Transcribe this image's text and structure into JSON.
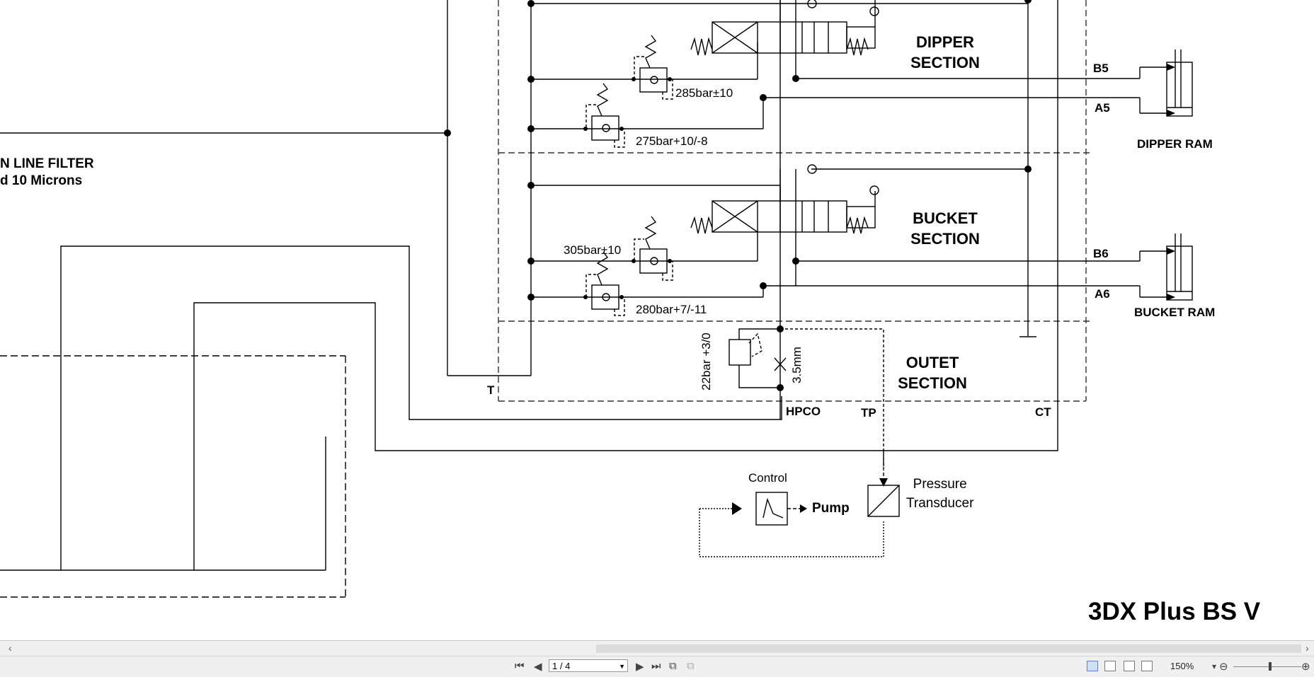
{
  "diagram": {
    "title": "3DX Plus BS V",
    "labels": {
      "filter_line1": "N LINE FILTER",
      "filter_line2": "d 10 Microns",
      "dipper_section": "DIPPER\nSECTION",
      "bucket_section": "BUCKET\nSECTION",
      "outlet_section": "OUTET\nSECTION",
      "dipper_ram": "DIPPER RAM",
      "bucket_ram": "BUCKET RAM",
      "b5": "B5",
      "a5": "A5",
      "b6": "B6",
      "a6": "A6",
      "relief_285": "285bar±10",
      "relief_275": "275bar+10/-8",
      "relief_305": "305bar±10",
      "relief_280": "280bar+7/-11",
      "relief_22": "22bar +3/0",
      "orifice": "3.5mm",
      "port_t": "T",
      "port_hpco": "HPCO",
      "port_tp": "TP",
      "port_ct": "CT",
      "control": "Control",
      "pump": "Pump",
      "transducer": "Pressure\nTransducer"
    }
  },
  "viewer": {
    "page_indicator": "1 / 4",
    "zoom": "150%",
    "icons": [
      "first-page-icon",
      "previous-page-icon",
      "next-page-icon",
      "last-page-icon",
      "previous-view-icon",
      "next-view-icon",
      "single-page-view-icon",
      "continuous-view-icon",
      "facing-view-icon",
      "continuous-facing-view-icon",
      "zoom-out-icon",
      "zoom-in-icon"
    ]
  }
}
